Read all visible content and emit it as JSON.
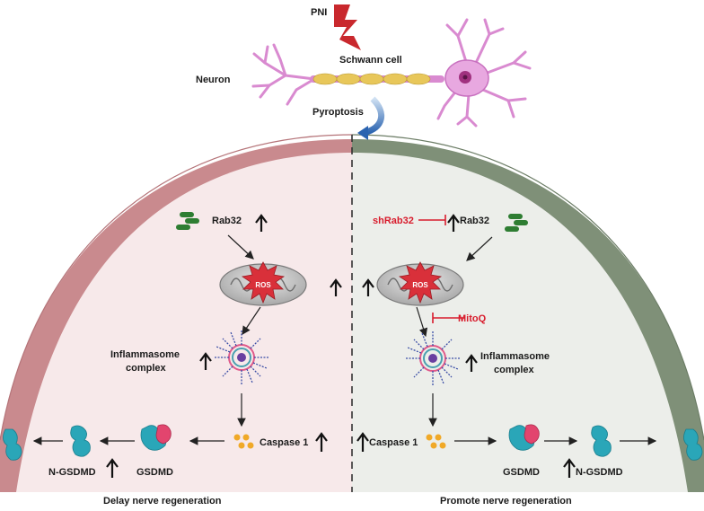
{
  "header": {
    "trigger": "PNI",
    "neuron": "Neuron",
    "schwann": "Schwann cell",
    "process": "Pyroptosis"
  },
  "left": {
    "rab": "Rab32",
    "ros": "ROS",
    "inflammasome_line1": "Inflammasome",
    "inflammasome_line2": "complex",
    "caspase": "Caspase 1",
    "gsdmd": "GSDMD",
    "ngsdmd": "N-GSDMD",
    "outcome": "Delay nerve regeneration"
  },
  "right": {
    "inhibitor_rab": "shRab32",
    "rab": "Rab32",
    "ros": "ROS",
    "inhibitor_ros": "MitoQ",
    "inflammasome_line1": "Inflammasome",
    "inflammasome_line2": "complex",
    "caspase": "Caspase 1",
    "gsdmd": "GSDMD",
    "ngsdmd": "N-GSDMD",
    "outcome": "Promote nerve regeneration"
  },
  "colors": {
    "left_bg": "#f7e9ea",
    "right_bg": "#eceeea",
    "left_membrane": "#c98a8e",
    "right_membrane": "#7f9078",
    "inhibitor": "#d81b2c",
    "neuron": "#d98ad0",
    "gsdmd": "#2aa6b8"
  }
}
